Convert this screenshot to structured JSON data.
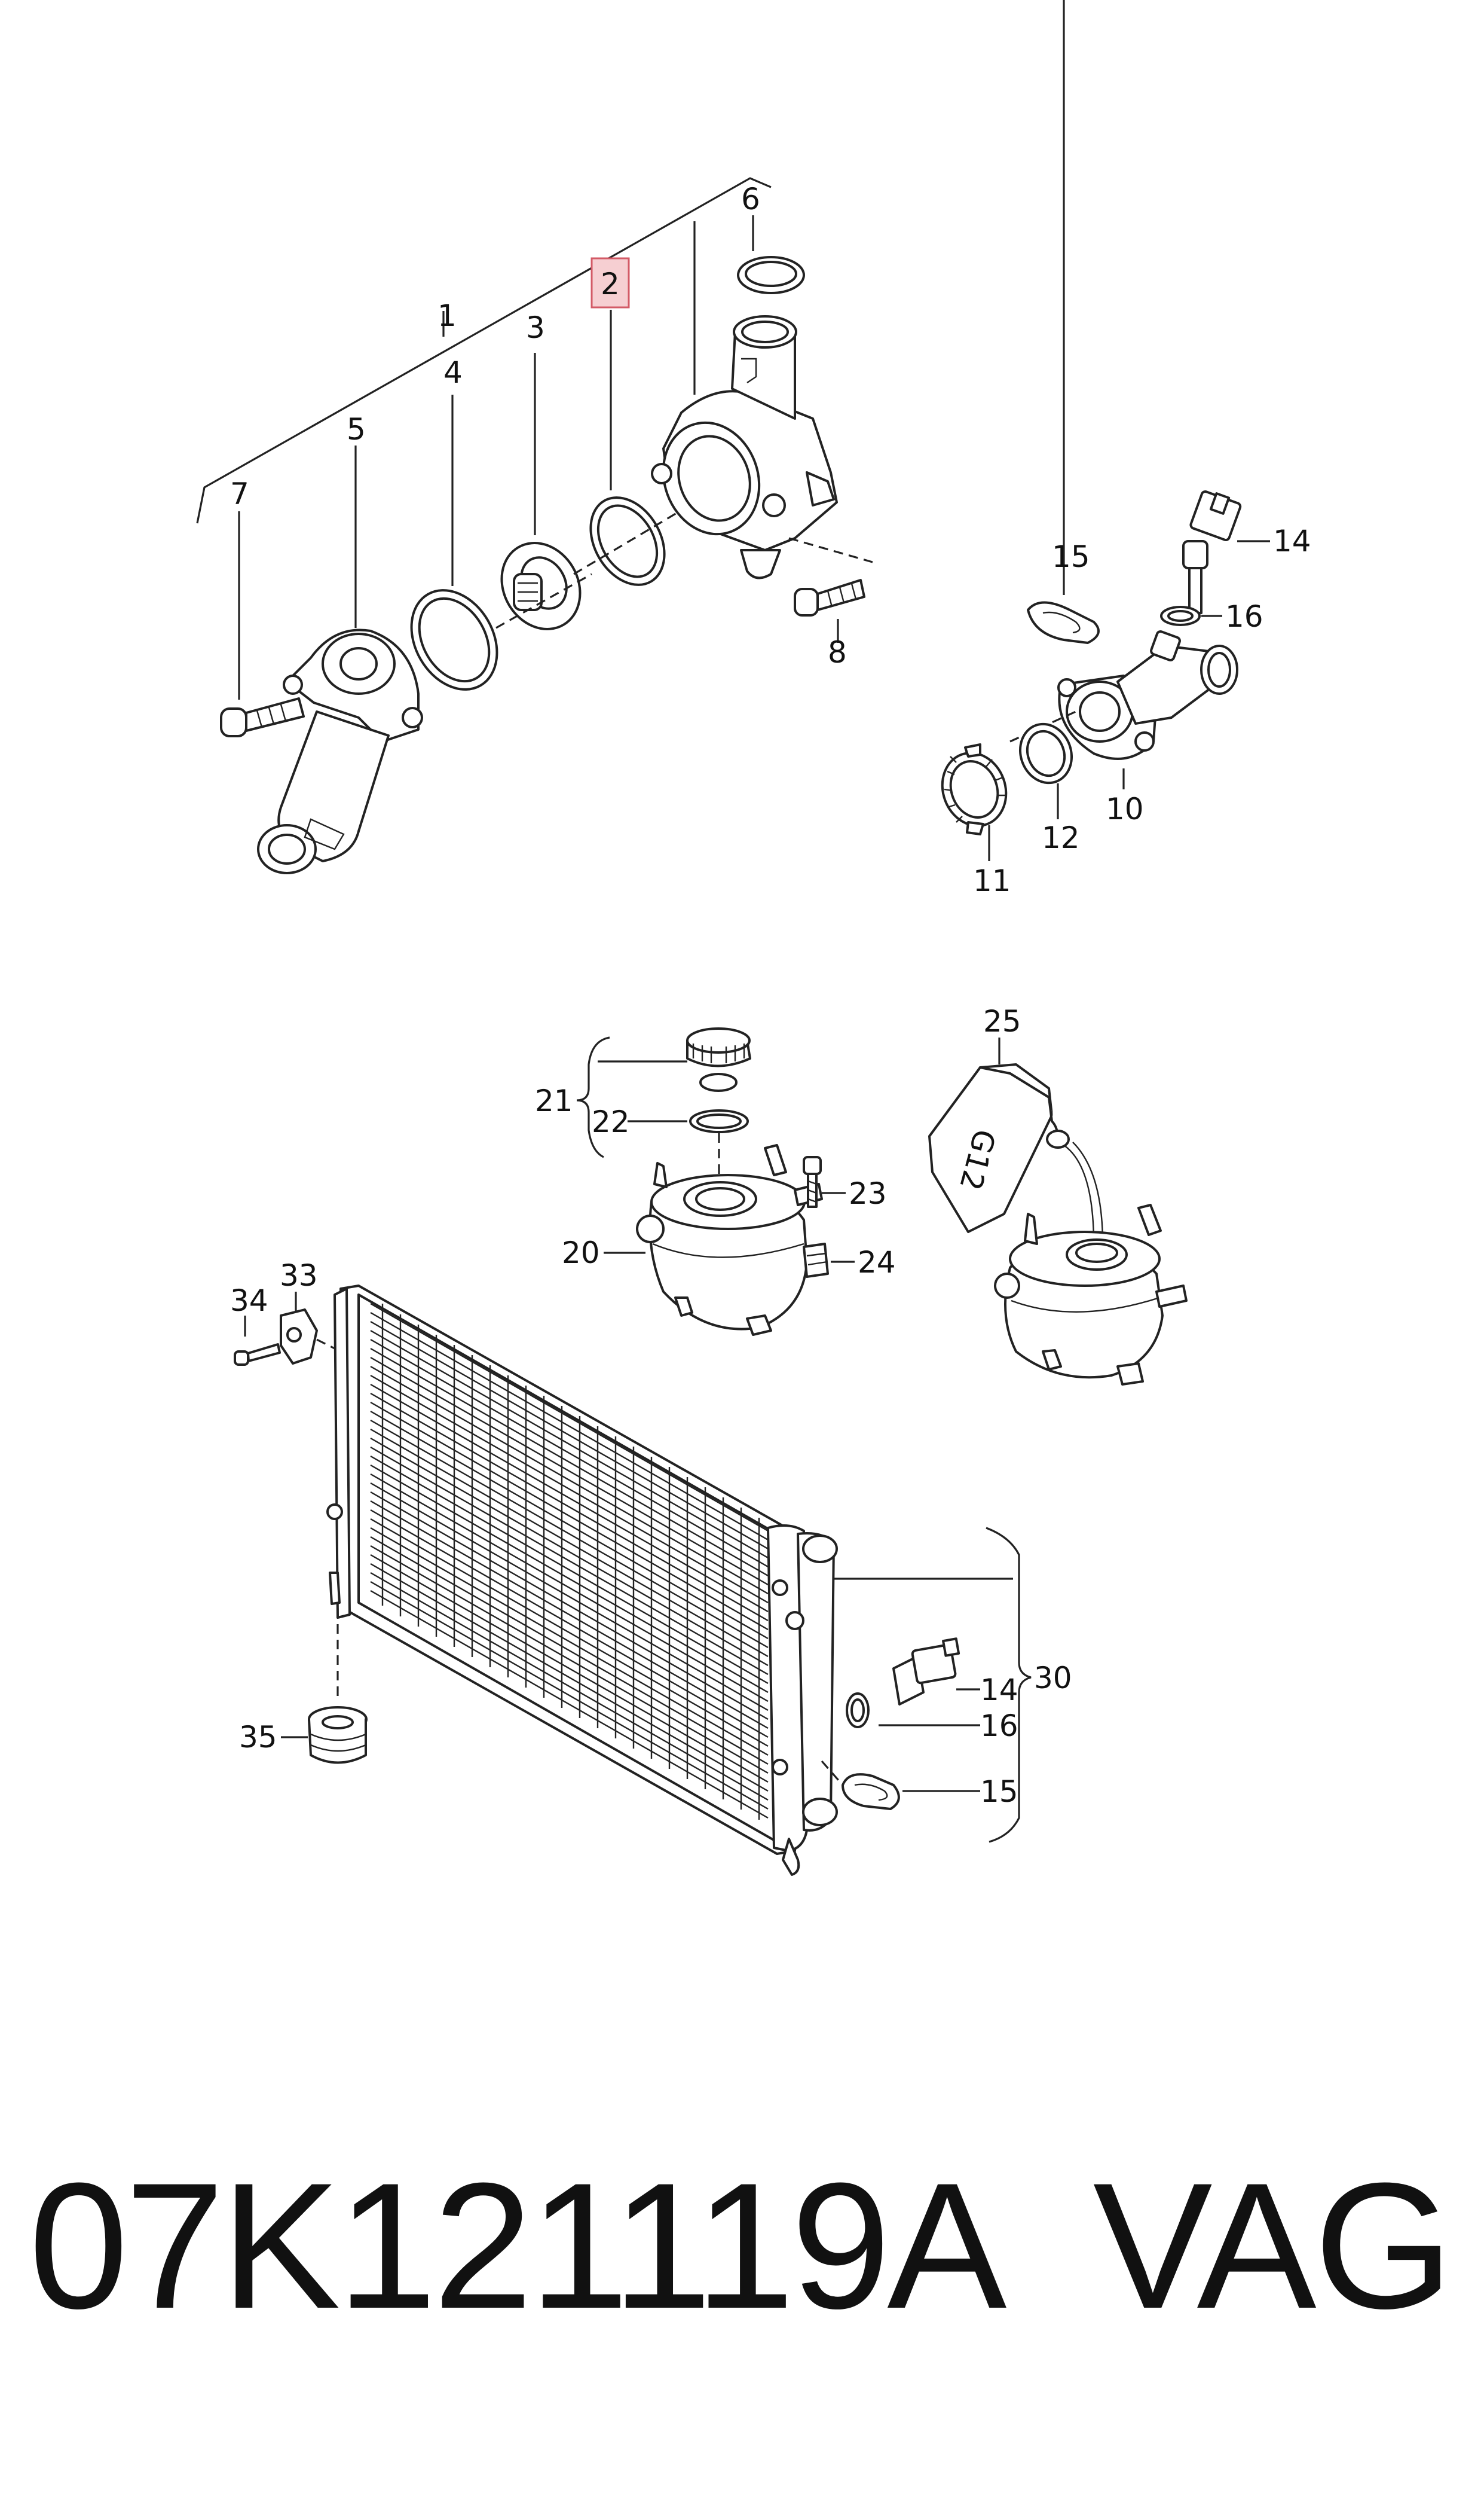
{
  "callouts": {
    "c1": "1",
    "c2": "2",
    "c3": "3",
    "c4": "4",
    "c5": "5",
    "c6": "6",
    "c7": "7",
    "c8": "8",
    "c10": "10",
    "c11": "11",
    "c12": "12",
    "c14a": "14",
    "c15a": "15",
    "c16a": "16",
    "c20": "20",
    "c21": "21",
    "c22": "22",
    "c23": "23",
    "c24": "24",
    "c25": "25",
    "c30": "30",
    "c33": "33",
    "c34": "34",
    "c35": "35",
    "c14b": "14",
    "c15b": "15",
    "c16b": "16"
  },
  "highlighted_callout": "2",
  "bottle_label": "G12",
  "footer": {
    "part_number": "07K121119A",
    "brand": "VAG"
  },
  "colors": {
    "highlight_fill": "#f6cfd2",
    "highlight_border": "#d35a66",
    "line": "#222222"
  }
}
